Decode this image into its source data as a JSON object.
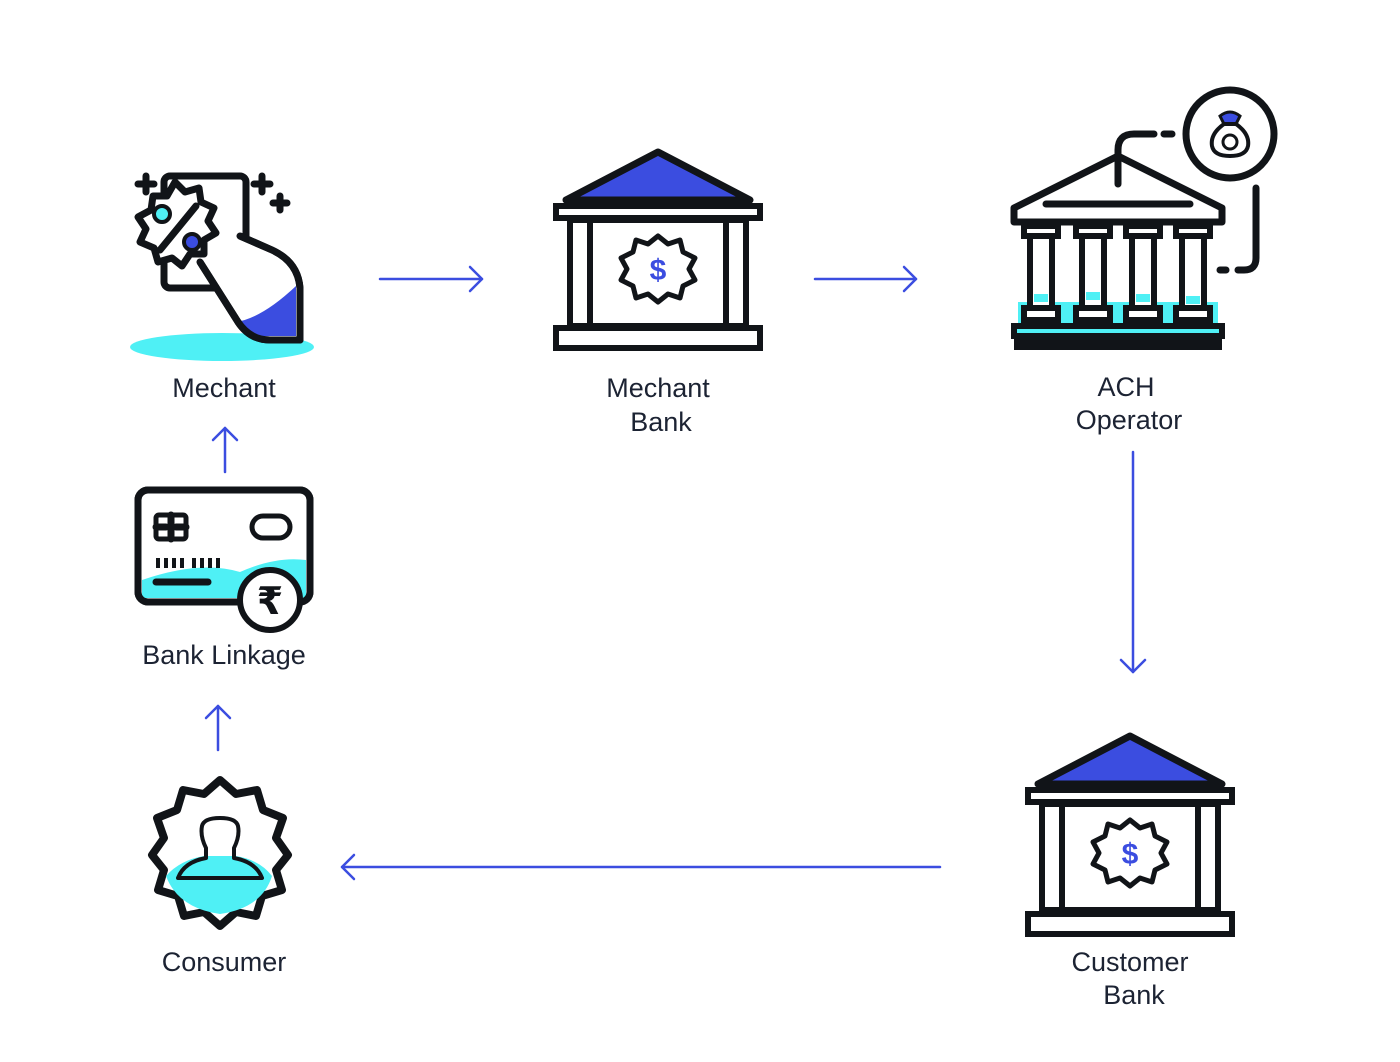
{
  "nodes": {
    "merchant": {
      "label": "Mechant",
      "icon": "merchant-discount-icon"
    },
    "merchant_bank": {
      "label_line1": "Mechant",
      "label_line2": "Bank",
      "icon": "bank-dollar-icon"
    },
    "ach_operator": {
      "label_line1": "ACH",
      "label_line2": "Operator",
      "icon": "central-bank-money-bag-icon"
    },
    "customer_bank": {
      "label_line1": "Customer",
      "label_line2": "Bank",
      "icon": "bank-dollar-icon"
    },
    "consumer": {
      "label": "Consumer",
      "icon": "user-badge-icon"
    },
    "bank_linkage": {
      "label": "Bank Linkage",
      "icon": "card-rupee-icon"
    }
  },
  "icon_symbols": {
    "dollar": "$",
    "rupee": "₹"
  },
  "colors": {
    "accent_blue": "#3b4de0",
    "accent_cyan": "#4ff0f5",
    "ink": "#111418",
    "text": "#1c2333"
  }
}
